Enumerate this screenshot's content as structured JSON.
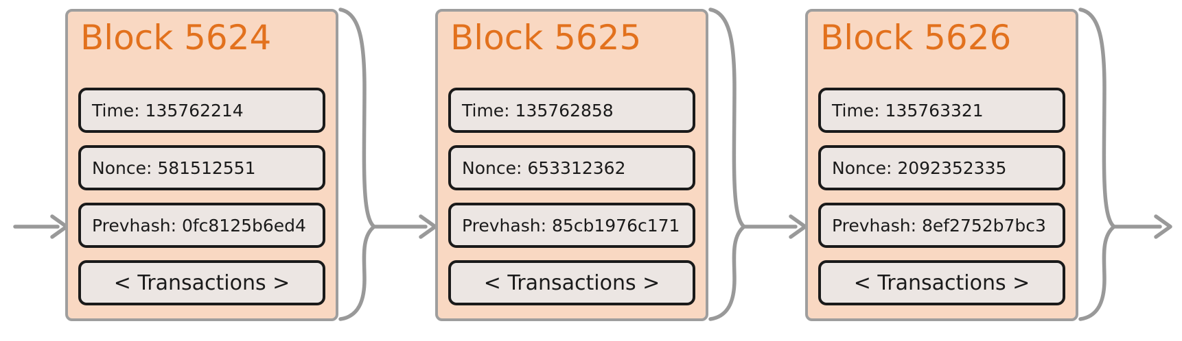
{
  "diagram": {
    "kind": "blockchain-chain",
    "colors": {
      "background": "#ffffff",
      "accent": "#e2711d",
      "block-fill": "#f9d8c2",
      "block-border": "#9e9e9e",
      "field-fill": "#ece6e3",
      "field-border": "#1a1a1a",
      "text": "#1a1a1a",
      "connector": "#999999"
    },
    "blocks": [
      {
        "title": "Block 5624",
        "fields": [
          {
            "type": "time",
            "label": "Time: 135762214"
          },
          {
            "type": "nonce",
            "label": "Nonce: 581512551"
          },
          {
            "type": "prevhash",
            "label": "Prevhash: 0fc8125b6ed4"
          },
          {
            "type": "transactions",
            "label": "< Transactions >"
          }
        ]
      },
      {
        "title": "Block 5625",
        "fields": [
          {
            "type": "time",
            "label": "Time: 135762858"
          },
          {
            "type": "nonce",
            "label": "Nonce: 653312362"
          },
          {
            "type": "prevhash",
            "label": "Prevhash: 85cb1976c171"
          },
          {
            "type": "transactions",
            "label": "< Transactions >"
          }
        ]
      },
      {
        "title": "Block 5626",
        "fields": [
          {
            "type": "time",
            "label": "Time: 135763321"
          },
          {
            "type": "nonce",
            "label": "Nonce: 2092352335"
          },
          {
            "type": "prevhash",
            "label": "Prevhash: 8ef2752b7bc3"
          },
          {
            "type": "transactions",
            "label": "< Transactions >"
          }
        ]
      }
    ]
  }
}
